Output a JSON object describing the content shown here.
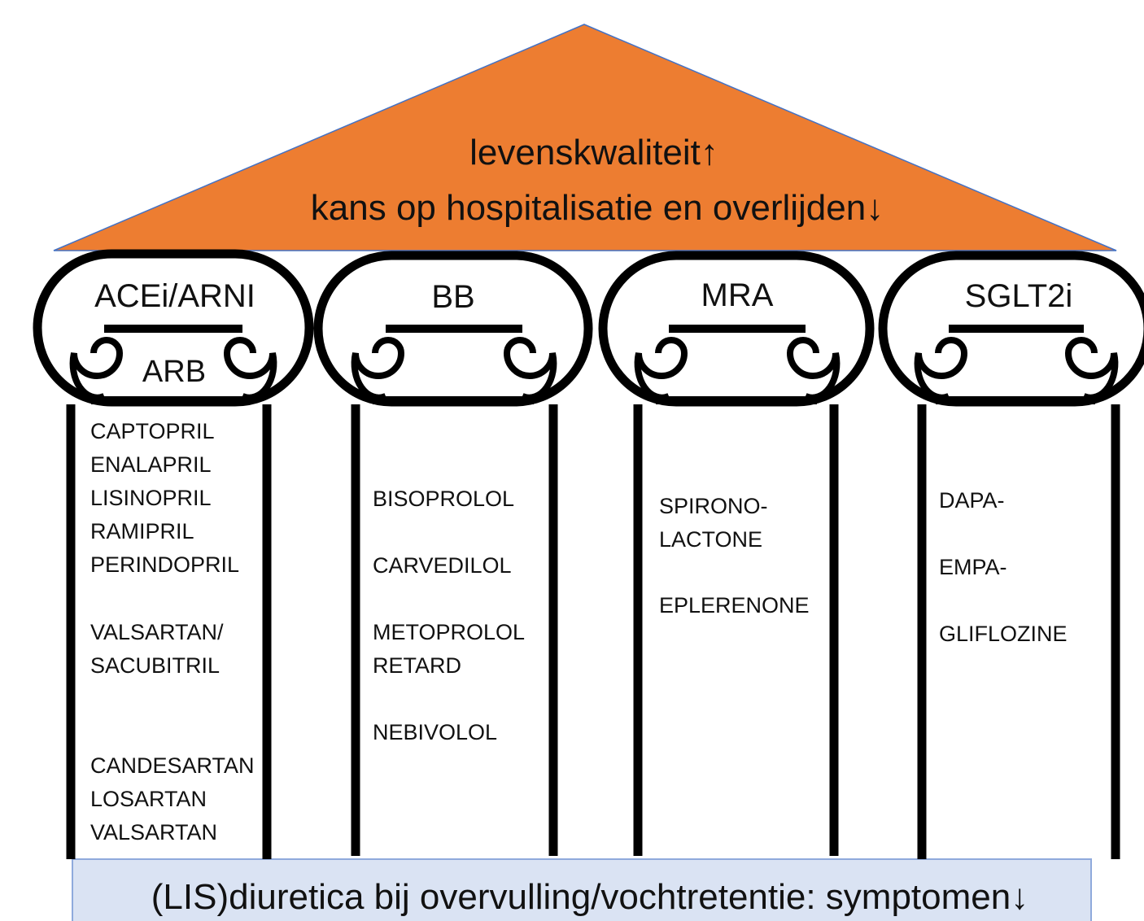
{
  "roof": {
    "line1": "levenskwaliteit↑",
    "line2": "kans op hospitalisatie en overlijden↓",
    "color": "#ED7D31"
  },
  "pillars": [
    {
      "heading": "ACEi/ARNI",
      "subheading": "ARB",
      "drugs": [
        "CAPTOPRIL",
        "ENALAPRIL",
        "LISINOPRIL",
        "RAMIPRIL",
        "PERINDOPRIL",
        "VALSARTAN/",
        "SACUBITRIL",
        "CANDESARTAN",
        "LOSARTAN",
        "VALSARTAN"
      ]
    },
    {
      "heading": "BB",
      "drugs": [
        "BISOPROLOL",
        "CARVEDILOL",
        "METOPROLOL",
        "RETARD",
        "NEBIVOLOL"
      ]
    },
    {
      "heading": "MRA",
      "drugs": [
        "SPIRONO-",
        "LACTONE",
        "EPLERENONE"
      ]
    },
    {
      "heading": "SGLT2i",
      "drugs": [
        "DAPA-",
        "EMPA-",
        "GLIFLOZINE"
      ]
    }
  ],
  "base": {
    "text": "(LIS)diuretica bij overvulling/vochtretentie: symptomen↓",
    "color": "#DAE3F3",
    "border_color": "#8FAADC"
  }
}
